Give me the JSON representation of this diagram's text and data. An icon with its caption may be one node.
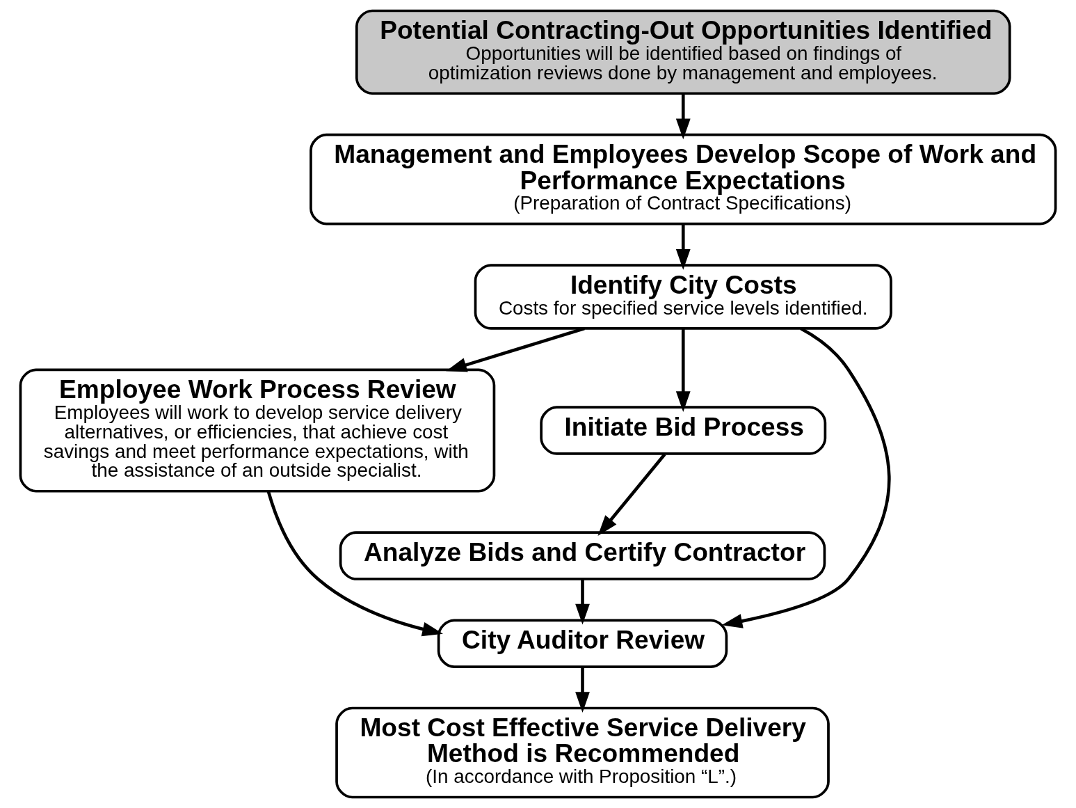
{
  "diagram": {
    "nodes": [
      {
        "text": [
          "Potential Contracting-Out Opportunities Identified",
          "Opportunities will be identified based on findings of optimization reviews done by management and employees."
        ]
      },
      {
        "text": [
          "Management and Employees Develop Scope of Work and Performance Expectations",
          "(Preparation of Contract Specifications)"
        ]
      },
      {
        "text": [
          "Identify City Costs",
          "Costs for specified service levels identified."
        ]
      },
      {
        "text": [
          "Employee Work Process Review",
          "Employees will work to develop service delivery alternatives, or efficiencies, that achieve cost savings and meet performance expectations, with the assistance of an outside specialist."
        ]
      },
      {
        "text": [
          "Initiate Bid Process"
        ]
      },
      {
        "text": [
          "Analyze Bids and Certify Contractor"
        ]
      },
      {
        "text": [
          "City Auditor Review"
        ]
      },
      {
        "text": [
          "Most Cost Effective Service Delivery Method is Recommended",
          "(In accordance with Proposition “L”.)"
        ]
      }
    ],
    "edges": [
      {
        "from": 0,
        "to": 1,
        "arrow": "to"
      },
      {
        "from": 1,
        "to": 2,
        "arrow": "to"
      },
      {
        "from": 2,
        "to": 3,
        "arrow": "to"
      },
      {
        "from": 2,
        "to": 6,
        "arrow": "to"
      },
      {
        "from": 2,
        "to": 4,
        "arrow": "to"
      },
      {
        "from": 4,
        "to": 5,
        "arrow": "to"
      },
      {
        "from": 3,
        "to": 6,
        "arrow": "to"
      },
      {
        "from": 5,
        "to": 6,
        "arrow": "to"
      },
      {
        "from": 6,
        "to": 7,
        "arrow": "to"
      }
    ]
  }
}
